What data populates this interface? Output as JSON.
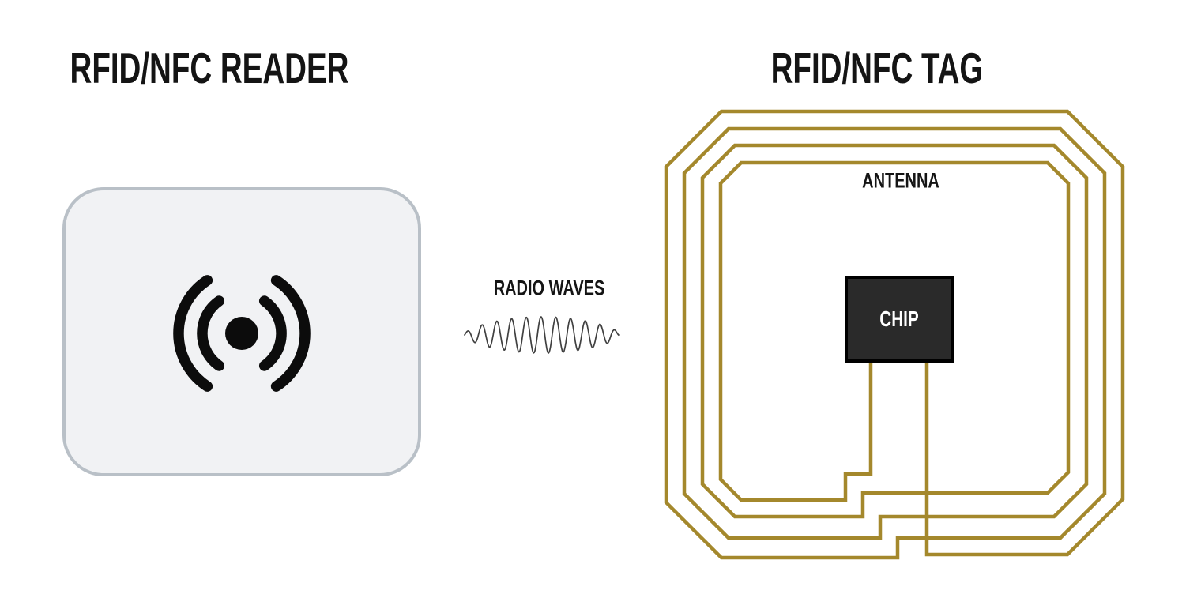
{
  "reader": {
    "title": "RFID/NFC READER"
  },
  "tag": {
    "title": "RFID/NFC TAG",
    "antenna_label": "ANTENNA",
    "chip_label": "CHIP",
    "coil_turns": 4
  },
  "radio_waves": {
    "label": "RADIO WAVES",
    "cycles": 10.5,
    "amplitude": 23,
    "length": 196,
    "envelope_power": 0.55
  },
  "colors": {
    "background": "#ffffff",
    "text-black": "#141414",
    "coil-gold": "#a4882c",
    "chip-fill": "#2a2a2a",
    "chip-border": "#000000",
    "reader-box-fill": "#f1f2f4",
    "reader-box-border": "#b9c0c7",
    "icon-black": "#0c0c0c",
    "wave-stroke": "#404040"
  }
}
